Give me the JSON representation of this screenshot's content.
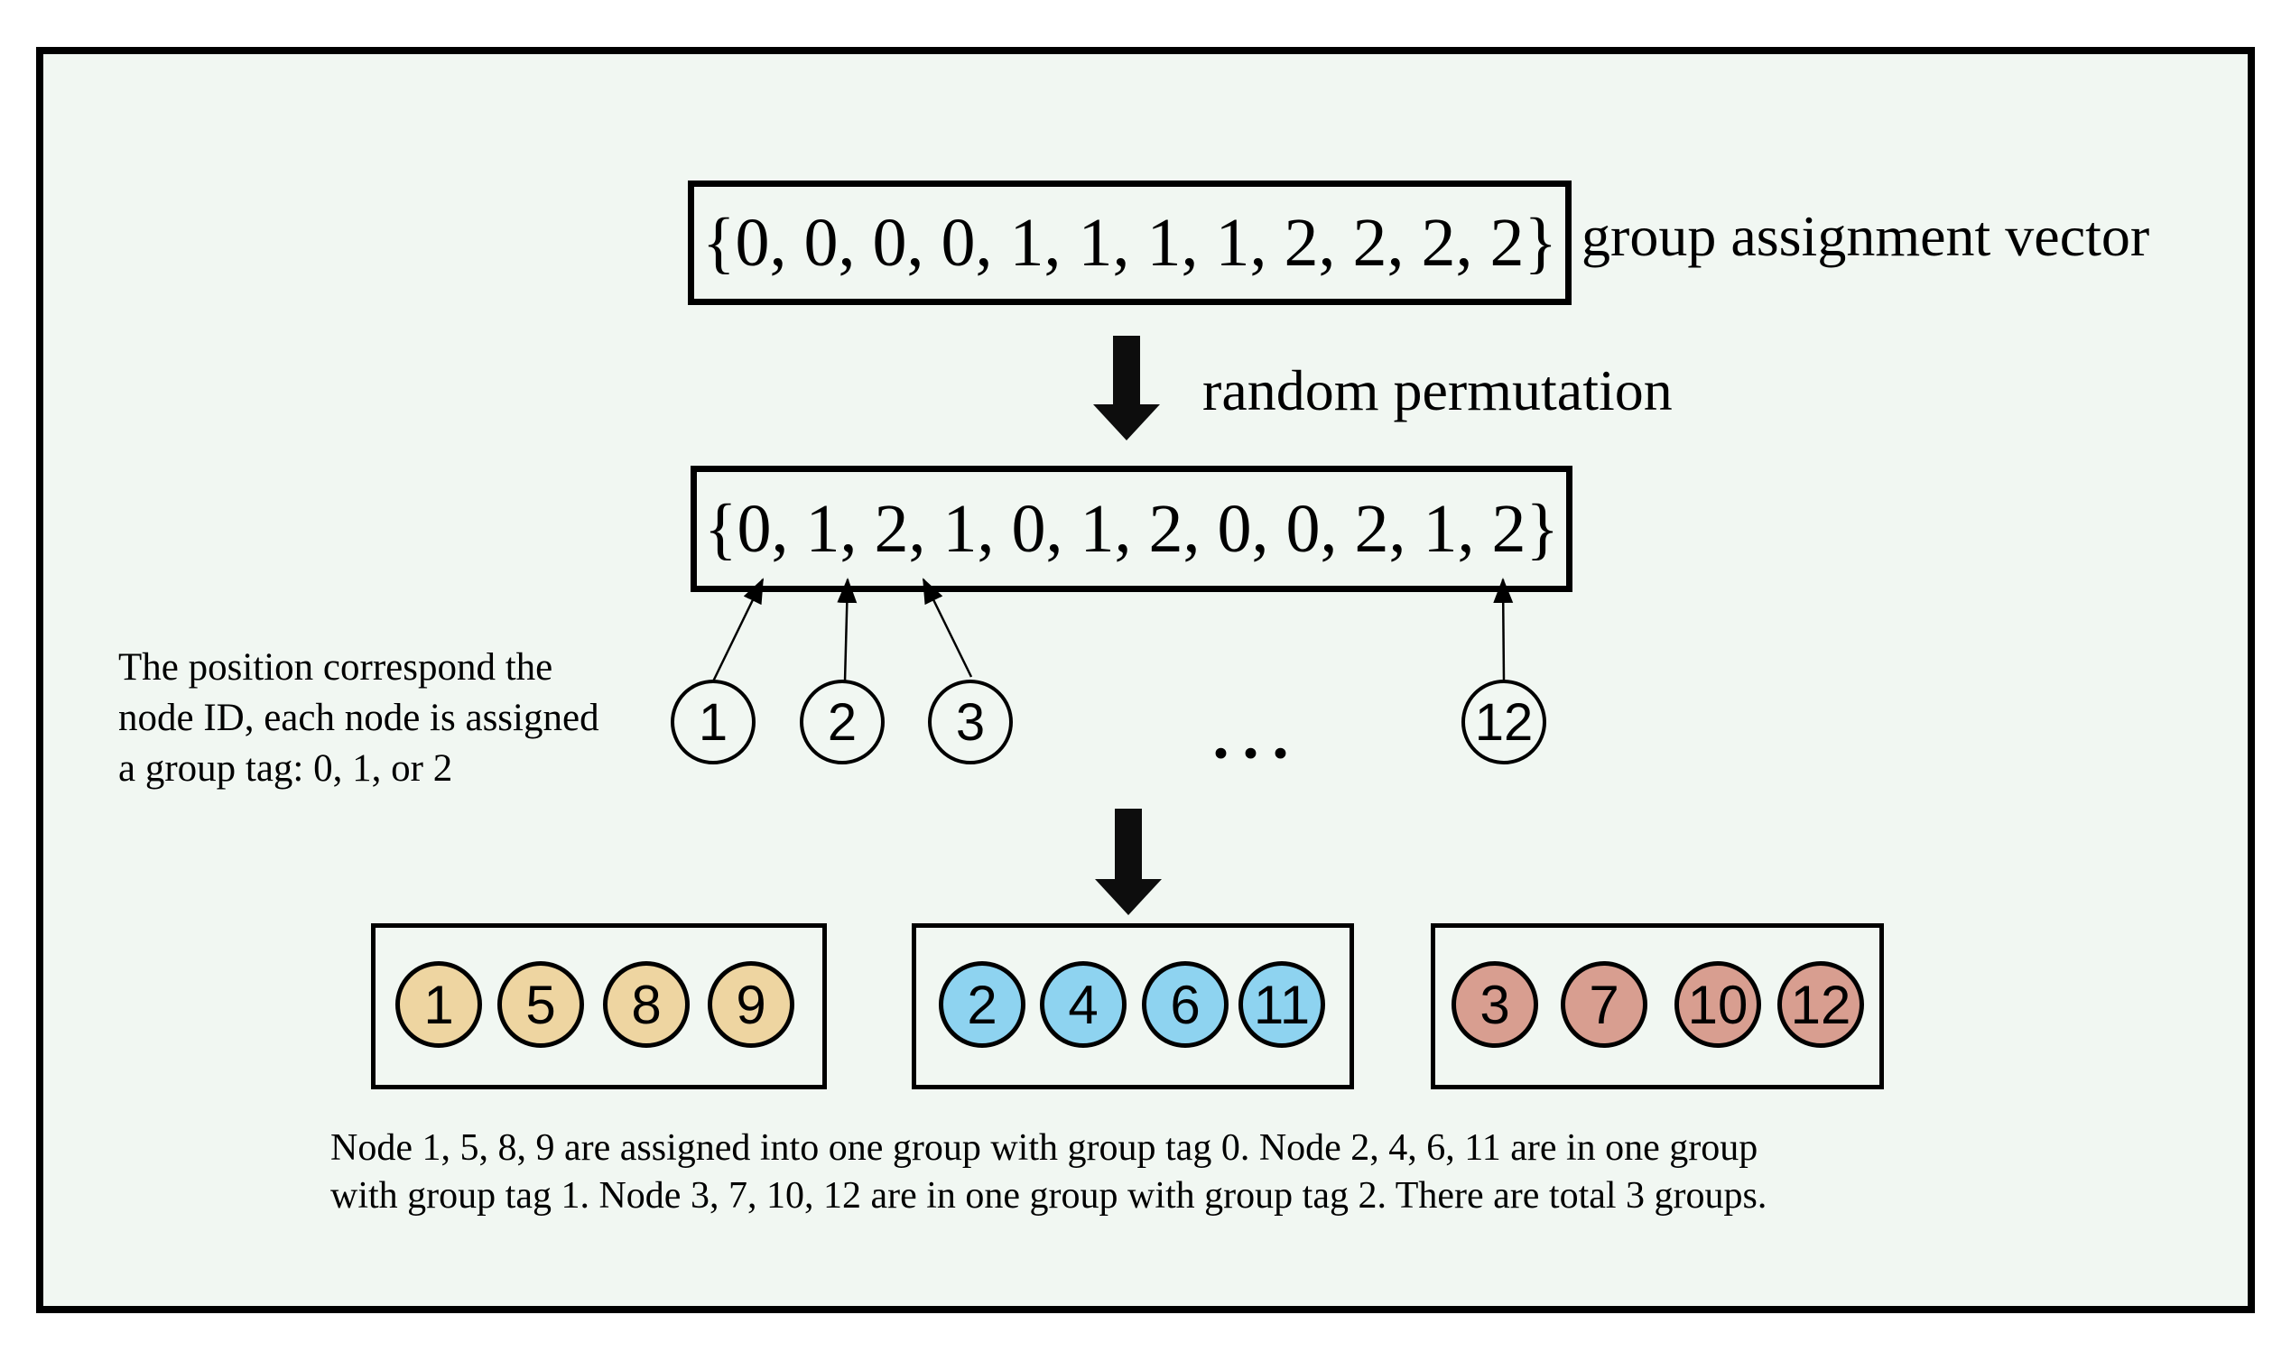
{
  "colors": {
    "canvas_background": "#f1f7f2",
    "outline": "#000000",
    "group0_fill": "#eed5a1",
    "group1_fill": "#8ed3f0",
    "group2_fill": "#d89e90"
  },
  "vector1": {
    "text": "{0, 0, 0, 0, 1, 1, 1, 1, 2, 2, 2, 2}",
    "label": "group assignment vector"
  },
  "transform": {
    "label": "random permutation"
  },
  "vector2": {
    "text": "{0, 1, 2, 1, 0, 1, 2, 0, 0, 2, 1, 2}"
  },
  "pointer_nodes": {
    "ids": [
      "1",
      "2",
      "3",
      "12"
    ],
    "ellipsis": "..."
  },
  "annotation": {
    "lines": [
      "The position correspond the",
      "node ID, each node is assigned",
      "a group tag: 0, 1, or 2"
    ]
  },
  "groups": [
    {
      "tag": "0",
      "nodes": [
        "1",
        "5",
        "8",
        "9"
      ]
    },
    {
      "tag": "1",
      "nodes": [
        "2",
        "4",
        "6",
        "11"
      ]
    },
    {
      "tag": "2",
      "nodes": [
        "3",
        "7",
        "10",
        "12"
      ]
    }
  ],
  "caption": {
    "lines": [
      "Node 1, 5, 8, 9 are assigned into one group with group tag 0. Node 2, 4, 6, 11 are in one group",
      "with group tag 1. Node 3, 7, 10, 12 are in one group with group tag 2. There are total 3 groups."
    ]
  }
}
